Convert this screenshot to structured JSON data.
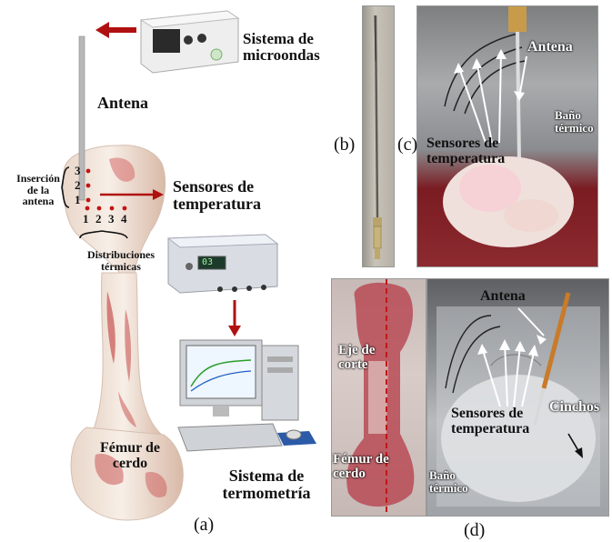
{
  "panel_a": {
    "microwave_label": "Sistema de microondas",
    "antenna_label": "Antena",
    "insertion_label": "Inserción de la antena",
    "depth_numbers": [
      "3",
      "2",
      "1"
    ],
    "position_numbers": [
      "1",
      "2",
      "3",
      "4"
    ],
    "sensors_label": "Sensores de temperatura",
    "distributions_label": "Distribuciones térmicas",
    "femur_label": "Fémur de cerdo",
    "thermometry_label": "Sistema de termometría",
    "thermometer_display": "03",
    "panel_letter": "(a)"
  },
  "panel_b": {
    "panel_letter": "(b)"
  },
  "panel_c": {
    "panel_letter": "(c)",
    "antenna_label": "Antena",
    "sensors_label": "Sensores de temperatura",
    "bath_label": "Baño térmico"
  },
  "panel_d": {
    "panel_letter": "(d)",
    "cut_axis_label": "Eje de corte",
    "femur_label": "Fémur de cerdo",
    "antenna_label": "Antena",
    "sensors_label": "Sensores de temperatura",
    "straps_label": "Cinchos",
    "bath_label": "Baño térmico"
  },
  "colors": {
    "arrow_red": "#b01010",
    "bone_base": "#efe4da",
    "meat_red": "#c23a3a",
    "bath_red": "#7a1c22",
    "dot_red": "#c41414"
  }
}
